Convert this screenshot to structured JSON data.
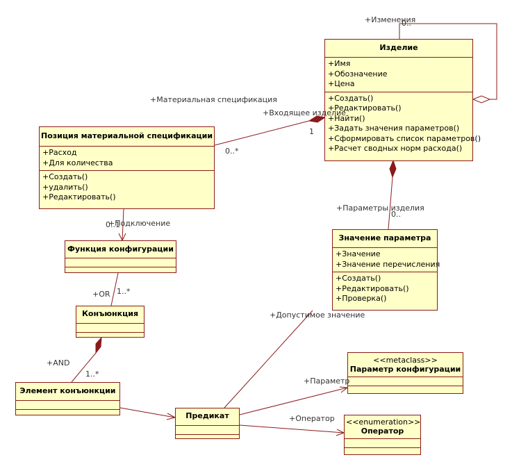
{
  "classes": {
    "izdelie": {
      "name": "Изделие",
      "attributes": [
        "+Имя",
        "+Обозначение",
        "+Цена"
      ],
      "operations": [
        "+Создать()",
        "+Редактировать()",
        "+Найти()",
        "+Задать значения параметров()",
        "+Сформировать список параметров()",
        "+Расчет сводных норм расхода()"
      ]
    },
    "pozitsiya": {
      "name": "Позиция материальной спецификации",
      "attributes": [
        "+Расход",
        "+Для количества"
      ],
      "operations": [
        "+Создать()",
        "+удалить()",
        "+Редактировать()"
      ]
    },
    "funktsiya": {
      "name": "Функция конфигурации"
    },
    "znachenie": {
      "name": "Значение параметра",
      "attributes": [
        "+Значение",
        "+Значение перечисления"
      ],
      "operations": [
        "+Создать()",
        "+Редактировать()",
        "+Проверка()"
      ]
    },
    "konyunktsiya": {
      "name": "Конъюнкция"
    },
    "element": {
      "name": "Элемент конъюнкции"
    },
    "parametr": {
      "stereotype": "<<metaclass>>",
      "name": "Параметр конфигурации"
    },
    "predikat": {
      "name": "Предикат"
    },
    "operator": {
      "stereotype": "<<enumeration>>",
      "name": "Оператор"
    }
  },
  "labels": {
    "izmeneniya": "+Изменения",
    "izmeneniya_mult": "0..",
    "mat_spec": "+Материальная спецификация",
    "vhodyashee": "+Входящее изделие",
    "mult_1": "1",
    "mult_pos": "0..*",
    "podklyuchenie": "+Подключение",
    "podkl_mult": "0..1",
    "parametry_izdeliya": "+Параметры изделия",
    "param_mult": "0..",
    "or": "+OR",
    "or_mult": "1..*",
    "dopustimoe": "+Допустимое значение",
    "and": "+AND",
    "and_mult": "1..*",
    "parametr_role": "+Параметр",
    "operator_role": "+Оператор"
  }
}
